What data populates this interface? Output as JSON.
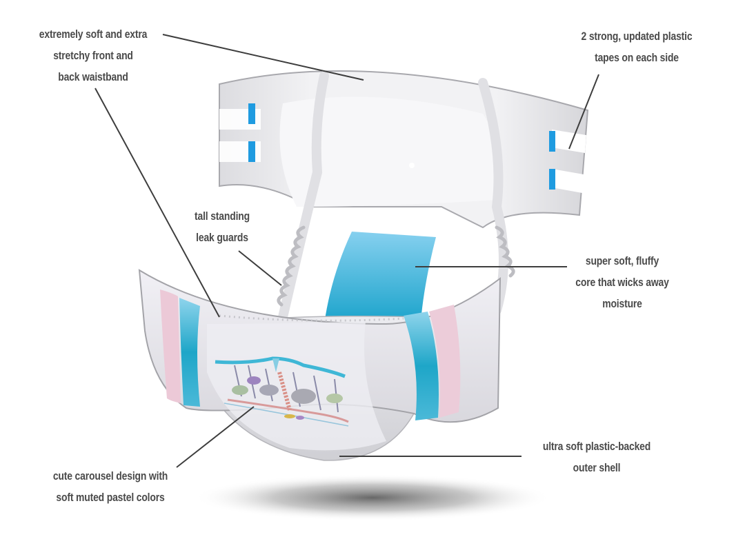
{
  "diagram": {
    "subject": "adult diaper product anatomy",
    "colors": {
      "background": "#ffffff",
      "text": "#4a4a4a",
      "leader_line": "#3d3d3d",
      "shell": "#e9e8ee",
      "shell_outline": "#a9a9ae",
      "tape_blue": "#1f9be0",
      "core_blue_top": "#84cfee",
      "core_blue_bottom": "#1aa6cc",
      "stripe_pink": "#ebcbd8",
      "stripe_teal": "#1fa8c9",
      "shadow": "#6b6b6b"
    },
    "callouts": [
      {
        "id": "waistband",
        "lines": [
          "extremely soft and extra",
          "stretchy front and",
          "back waistband"
        ]
      },
      {
        "id": "tapes",
        "lines": [
          "2 strong, updated plastic",
          "tapes on each side"
        ]
      },
      {
        "id": "leak-guards",
        "lines": [
          "tall standing",
          "leak guards"
        ]
      },
      {
        "id": "core",
        "lines": [
          "super soft, fluffy",
          "core that wicks away",
          "moisture"
        ]
      },
      {
        "id": "carousel",
        "lines": [
          "cute carousel design with",
          "soft muted pastel colors"
        ]
      },
      {
        "id": "outer-shell",
        "lines": [
          "ultra soft plastic-backed",
          "outer shell"
        ]
      }
    ]
  }
}
